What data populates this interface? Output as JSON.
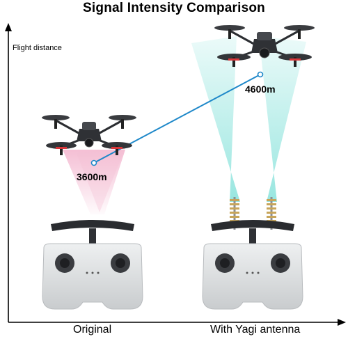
{
  "title": "Signal Intensity Comparison",
  "y_axis_label": "Flight distance",
  "scenarios": [
    {
      "label": "Original",
      "distance": "3600m",
      "colors": {
        "beam": "#f1a9c6"
      }
    },
    {
      "label": "With Yagi antenna",
      "distance": "4600m",
      "colors": {
        "beam": "#7fe0d8"
      }
    }
  ],
  "colors": {
    "link_line": "#1e88c9",
    "controller_body": "#dcdee0",
    "antenna_handle": "#2a2c30",
    "yagi_element": "#c7a55a"
  },
  "icons": [
    "fpv-drone-icon",
    "remote-controller-icon",
    "yagi-antenna-icon"
  ]
}
